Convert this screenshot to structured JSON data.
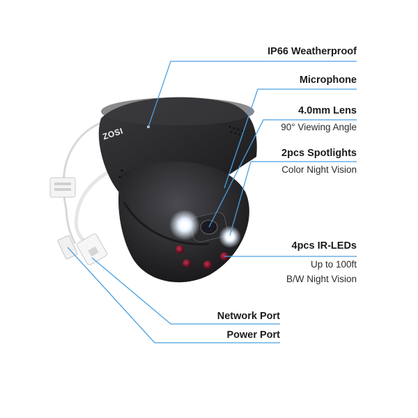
{
  "brand": "ZOSI",
  "features": [
    {
      "title": "IP66 Weatherproof",
      "subtitle": ""
    },
    {
      "title": "Microphone",
      "subtitle": ""
    },
    {
      "title": "4.0mm Lens",
      "subtitle": "90° Viewing Angle"
    },
    {
      "title": "2pcs Spotlights",
      "subtitle": "Color Night Vision"
    },
    {
      "title": "4pcs IR-LEDs",
      "subtitle": "Up to 100ft",
      "subtitle2": "B/W Night Vision"
    },
    {
      "title": "Network Port",
      "subtitle": ""
    },
    {
      "title": "Power Port",
      "subtitle": ""
    }
  ],
  "colors": {
    "callout_line": "#4a9fe0",
    "camera_body": "#2b2b2e",
    "ir_led": "#7a1525",
    "cable": "#f4f4f4"
  },
  "icons": [
    "camera-product-image",
    "spotlight-icon",
    "ir-led-icon"
  ]
}
